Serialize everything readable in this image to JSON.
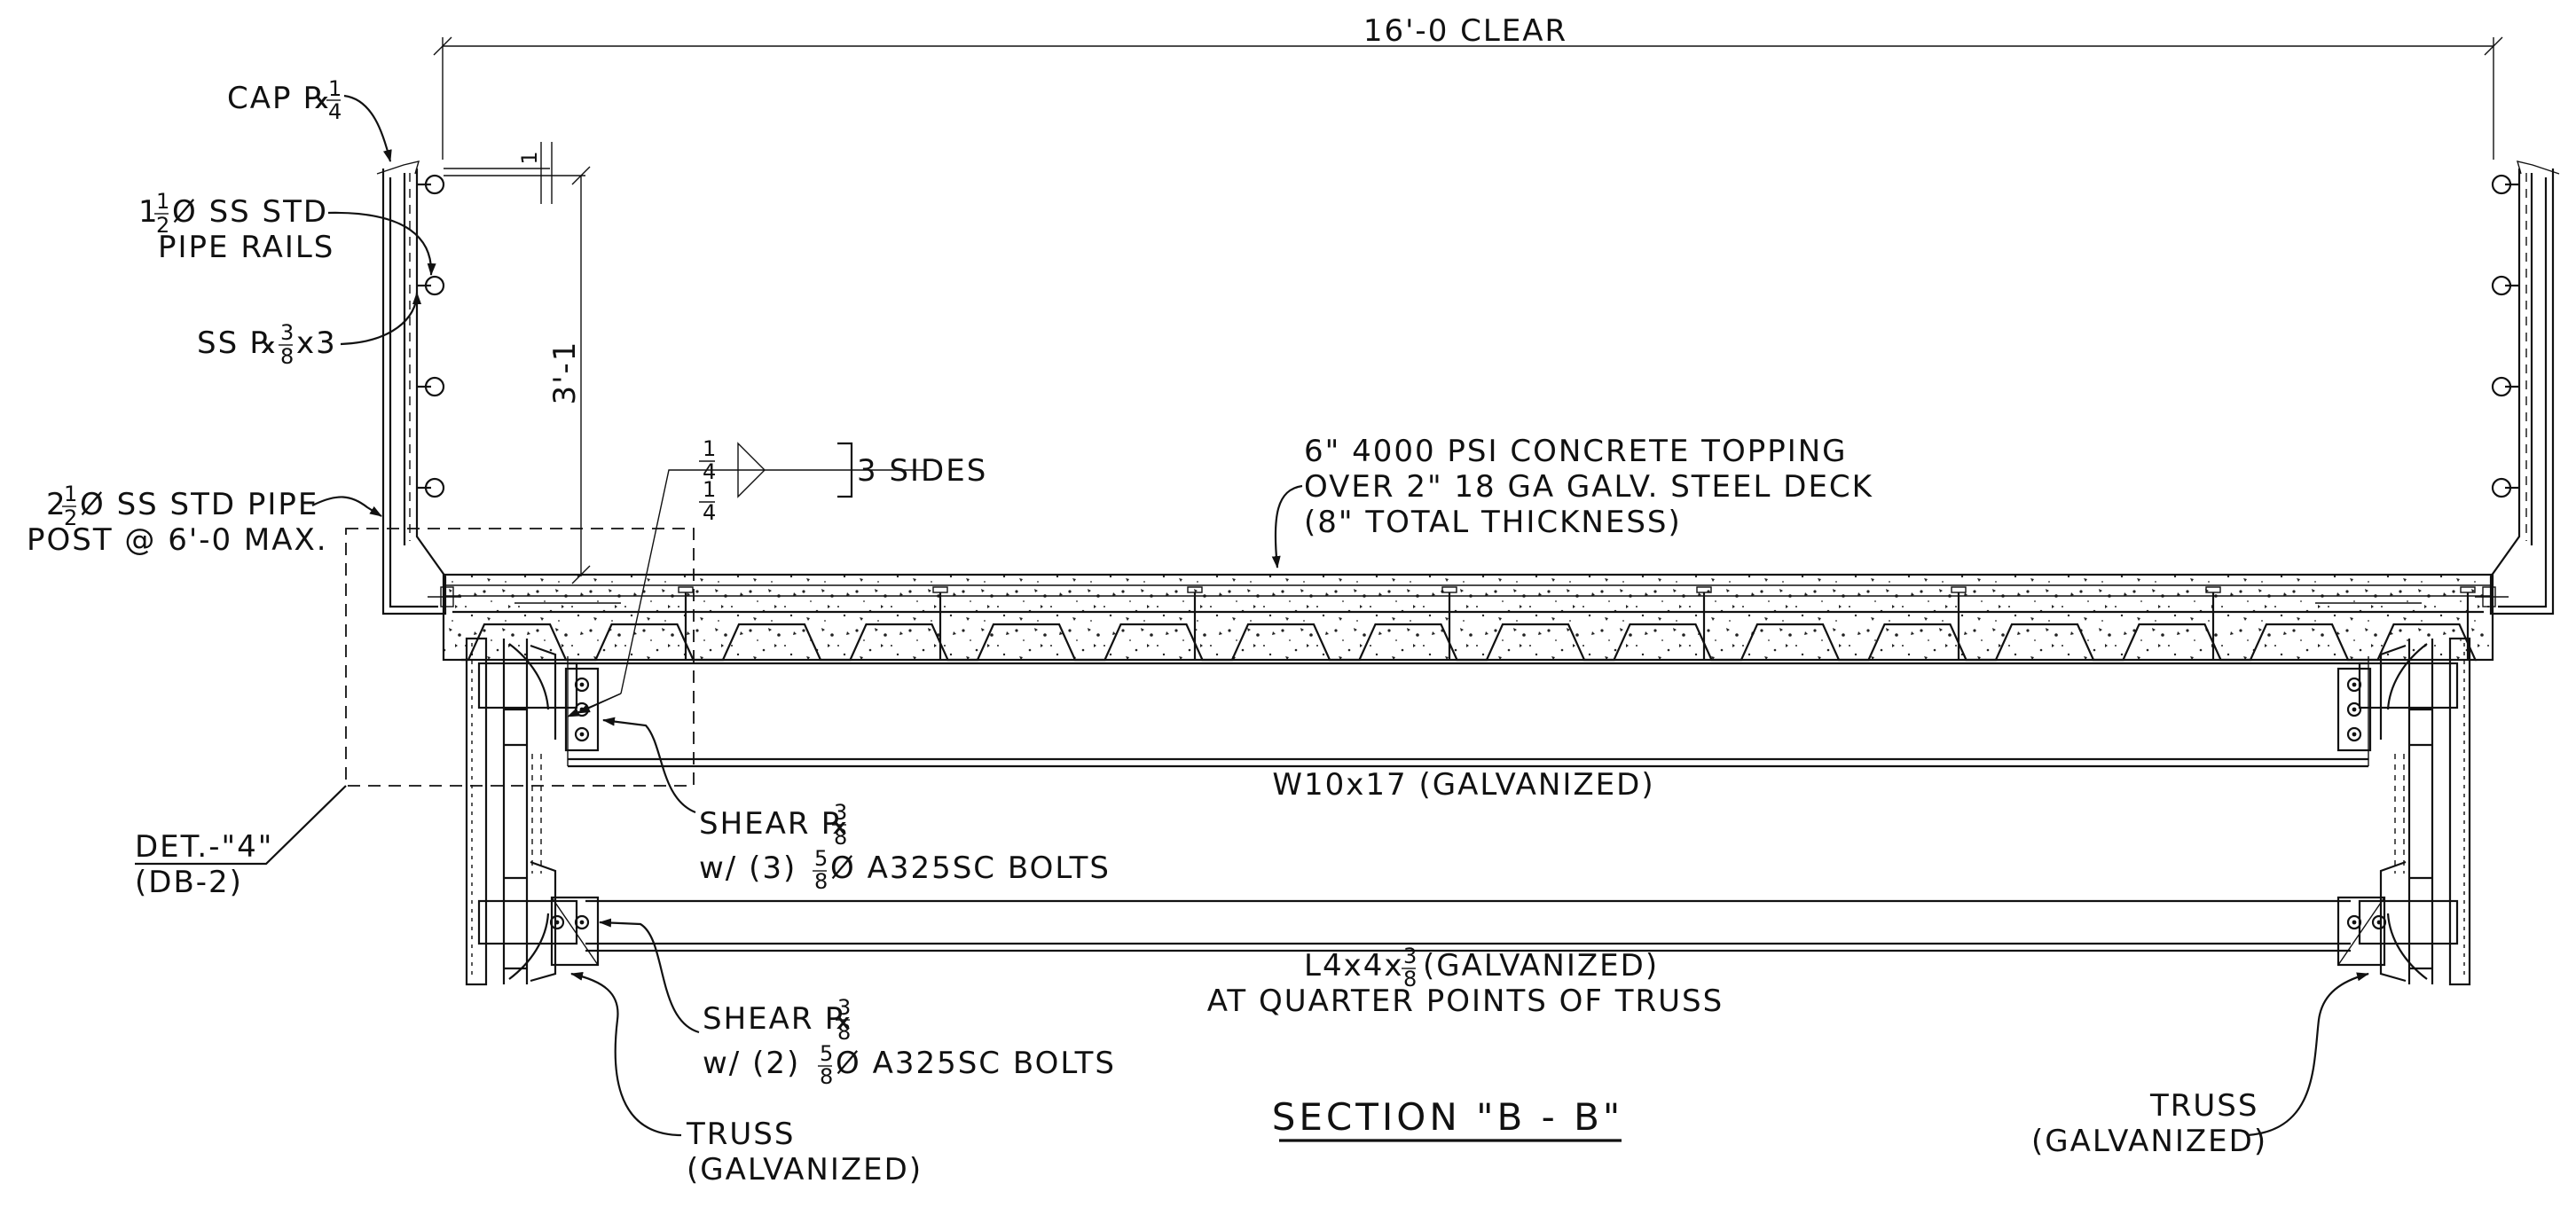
{
  "drawing": {
    "title": "SECTION \"B - B\"",
    "dims": {
      "clear_span": "16'-0 CLEAR",
      "rail_height": "3'-1",
      "rail_offset": "1"
    },
    "notes": {
      "cap_plate": "CAP ℞",
      "cap_plate_frac": {
        "num": "1",
        "den": "4"
      },
      "pipe_rails_dia": "1",
      "pipe_rails_dia_frac": {
        "num": "1",
        "den": "2"
      },
      "pipe_rails_line1": "Ø SS STD",
      "pipe_rails_line2": "PIPE RAILS",
      "ss_plate": "SS ℞",
      "ss_plate_frac": {
        "num": "3",
        "den": "8"
      },
      "ss_plate_tail": "x3",
      "post_dia": "2",
      "post_dia_frac": {
        "num": "1",
        "den": "2"
      },
      "post_line1": "Ø SS STD PIPE",
      "post_line2": "POST @ 6'-0 MAX.",
      "weld_top": {
        "num": "1",
        "den": "4"
      },
      "weld_bottom": {
        "num": "1",
        "den": "4"
      },
      "weld_note": "3 SIDES",
      "slab_line1": "6\" 4000 PSI CONCRETE TOPPING",
      "slab_line2": "OVER 2\" 18 GA GALV. STEEL DECK",
      "slab_line3": "(8\" TOTAL THICKNESS)",
      "beam_label": "W10x17 (GALVANIZED)",
      "det_line1": "DET.-\"4\"",
      "det_line2": "(DB-2)",
      "shear1_line1": "SHEAR ℞",
      "shear1_frac": {
        "num": "3",
        "den": "8"
      },
      "shear1_line2a": "w/ (3)",
      "shear1_bolt_frac": {
        "num": "5",
        "den": "8"
      },
      "shear1_line2b": "Ø A325SC BOLTS",
      "angle_line1a": "L4x4x",
      "angle_frac": {
        "num": "3",
        "den": "8"
      },
      "angle_line1b": "(GALVANIZED)",
      "angle_line2": "AT QUARTER POINTS OF TRUSS",
      "shear2_line1": "SHEAR ℞",
      "shear2_frac": {
        "num": "3",
        "den": "8"
      },
      "shear2_line2a": "w/ (2)",
      "shear2_bolt_frac": {
        "num": "5",
        "den": "8"
      },
      "shear2_line2b": "Ø A325SC BOLTS",
      "truss_left_line1": "TRUSS",
      "truss_left_line2": "(GALVANIZED)",
      "truss_right_line1": "TRUSS",
      "truss_right_line2": "(GALVANIZED)"
    }
  }
}
